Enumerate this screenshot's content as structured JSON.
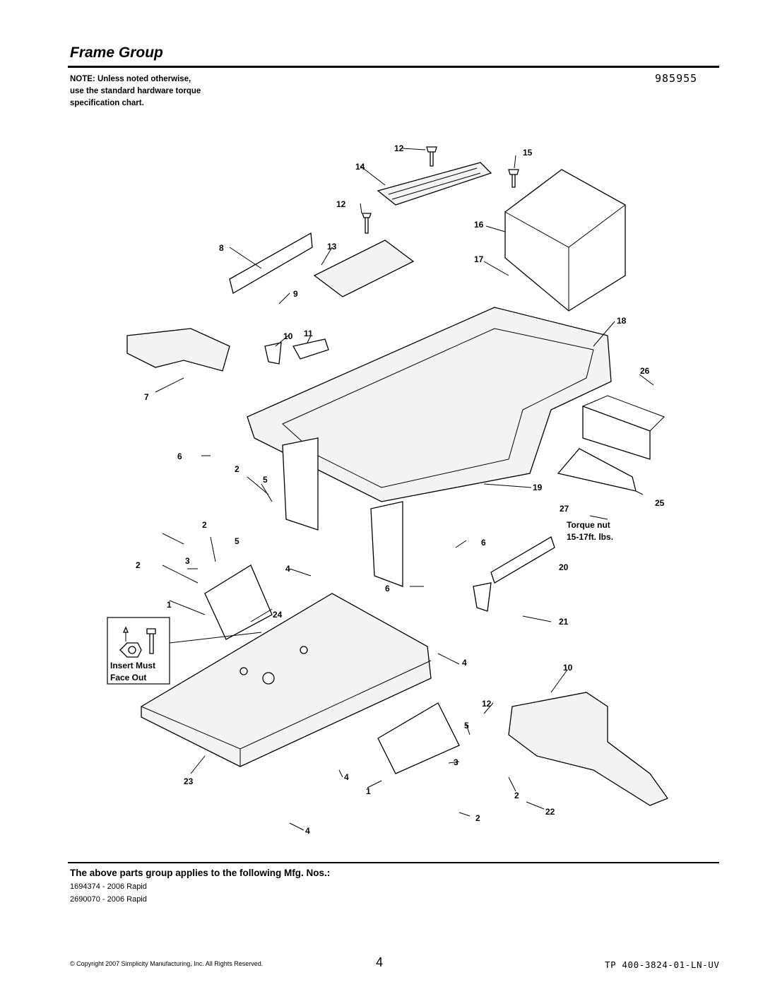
{
  "header": {
    "title": "Frame Group",
    "part_code": "985955"
  },
  "note": {
    "line1": "NOTE: Unless noted otherwise,",
    "line2": "use the standard hardware torque",
    "line3": "specification chart."
  },
  "diagram": {
    "callouts": [
      "12",
      "14",
      "15",
      "12",
      "16",
      "8",
      "13",
      "17",
      "9",
      "18",
      "10",
      "11",
      "26",
      "7",
      "6",
      "2",
      "5",
      "19",
      "27",
      "25",
      "2",
      "5",
      "6",
      "20",
      "2",
      "3",
      "4",
      "6",
      "1",
      "24",
      "21",
      "4",
      "10",
      "12",
      "5",
      "3",
      "4",
      "2",
      "1",
      "23",
      "2",
      "22",
      "4"
    ],
    "torque_note": {
      "line1": "Torque nut",
      "line2": "15-17ft. lbs."
    },
    "inset_note": {
      "line1": "Insert Must",
      "line2": "Face Out"
    }
  },
  "applies": {
    "heading": "The above parts group applies to the following Mfg. Nos.:",
    "items": [
      "1694374 - 2006 Rapid",
      "2690070 - 2006 Rapid"
    ]
  },
  "footer": {
    "copyright": "© Copyright 2007 Simplicity Manufacturing, Inc. All Rights Reserved.",
    "page": "4",
    "doc_id": "TP 400-3824-01-LN-UV"
  }
}
